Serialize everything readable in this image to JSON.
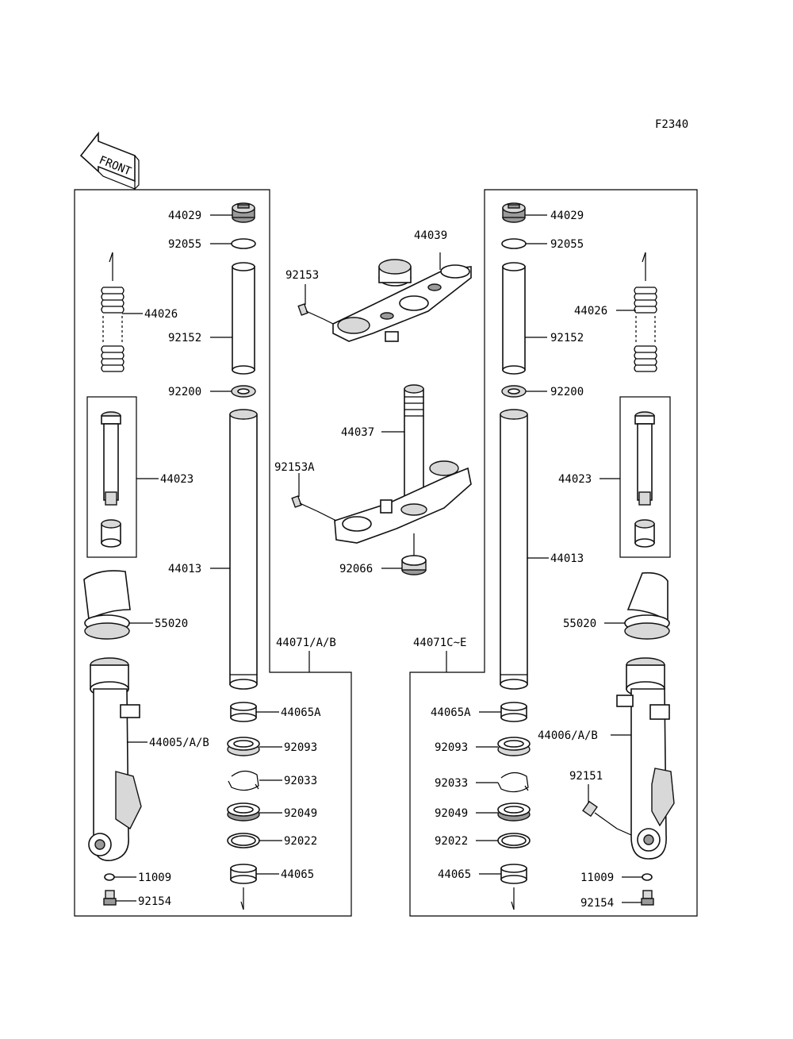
{
  "diagram_code": "F2340",
  "front_label": "FRONT",
  "assemblies": {
    "left": "44071/A/B",
    "right": "44071C~E"
  },
  "left_parts": {
    "cap": "44029",
    "o_ring": "92055",
    "spring": "44026",
    "pipe": "92152",
    "washer": "92200",
    "cylinder": "44023",
    "inner_tube": "44013",
    "guard": "55020",
    "outer_tube": "44005/A/B",
    "bush_a": "44065A",
    "seat": "92093",
    "clip": "92033",
    "seal": "92049",
    "washer2": "92022",
    "bush": "44065",
    "gasket": "11009",
    "bolt": "92154"
  },
  "center_parts": {
    "upper_bracket": "44039",
    "bolt_upper": "92153",
    "stem": "44037",
    "bolt_lower": "92153A",
    "bearing": "92066"
  },
  "right_parts": {
    "cap": "44029",
    "o_ring": "92055",
    "spring": "44026",
    "pipe": "92152",
    "washer": "92200",
    "cylinder": "44023",
    "inner_tube": "44013",
    "guard": "55020",
    "outer_tube": "44006/A/B",
    "axle_bolt": "92151",
    "bush_a": "44065A",
    "seat": "92093",
    "clip": "92033",
    "seal": "92049",
    "washer2": "92022",
    "bush": "44065",
    "gasket": "11009",
    "bolt": "92154"
  }
}
